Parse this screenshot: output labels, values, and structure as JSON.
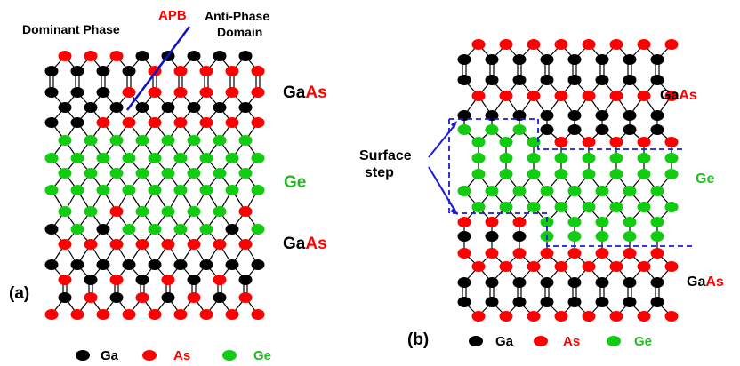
{
  "colors": {
    "ga": "#000000",
    "as": "#ff0000",
    "ge": "#11cc11",
    "bond": "#000000",
    "apb_line": "#1010c8",
    "step_line": "#1a1ad8",
    "text": "#000000",
    "accent": "#ff0000",
    "ge_text": "#22bb22"
  },
  "panel_a": {
    "panel_label": "(a)",
    "annotations": {
      "dominant_phase": "Dominant Phase",
      "apb": "APB",
      "anti_phase_line1": "Anti-Phase",
      "anti_phase_line2": "Domain"
    },
    "layers": {
      "top": {
        "ga": "Ga",
        "as": "As"
      },
      "middle": "Ge",
      "bottom": {
        "ga": "Ga",
        "as": "As"
      }
    },
    "legend": [
      {
        "label": "Ga",
        "key": "ga"
      },
      {
        "label": "As",
        "key": "as"
      },
      {
        "label": "Ge",
        "key": "ge"
      }
    ]
  },
  "panel_b": {
    "panel_label": "(b)",
    "annotations": {
      "surface_step_line1": "Surface",
      "surface_step_line2": "step"
    },
    "layers": {
      "top": {
        "ga": "Ga",
        "as": "As"
      },
      "middle": "Ge",
      "bottom": {
        "ga": "Ga",
        "as": "As"
      }
    },
    "legend": [
      {
        "label": "Ga",
        "key": "ga"
      },
      {
        "label": "As",
        "key": "as"
      },
      {
        "label": "Ge",
        "key": "ge"
      }
    ]
  }
}
